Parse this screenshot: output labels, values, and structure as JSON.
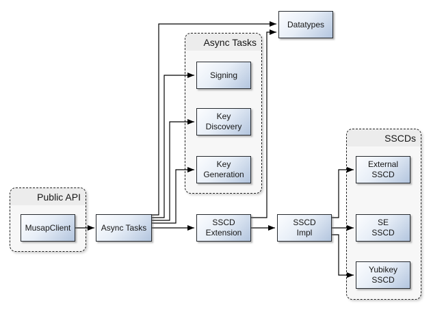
{
  "colors": {
    "node_fill_top": "#fcfdff",
    "node_fill_bottom": "#b3c5de",
    "node_border": "#25292e",
    "container_fill": "#f7f7f7",
    "container_header": "#ececec",
    "container_border": "#1f1f1f",
    "connector": "#000000",
    "text": "#141414"
  },
  "containers": [
    {
      "title": "Public API"
    },
    {
      "title": "Async Tasks"
    },
    {
      "title": "SSCDs"
    }
  ],
  "nodes": [
    {
      "label": "MusapClient",
      "container": "Public API"
    },
    {
      "label": "Async Tasks",
      "container": null
    },
    {
      "label": "Signing",
      "container": "Async Tasks"
    },
    {
      "label": "Key\nDiscovery",
      "container": "Async Tasks"
    },
    {
      "label": "Key\nGeneration",
      "container": "Async Tasks"
    },
    {
      "label": "Datatypes",
      "container": null
    },
    {
      "label": "SSCD\nExtension",
      "container": null
    },
    {
      "label": "SSCD\nImpl",
      "container": null
    },
    {
      "label": "External\nSSCD",
      "container": "SSCDs"
    },
    {
      "label": "SE\nSSCD",
      "container": "SSCDs"
    },
    {
      "label": "Yubikey\nSSCD",
      "container": "SSCDs"
    }
  ],
  "edges": [
    {
      "from": "MusapClient",
      "to": "Async Tasks"
    },
    {
      "from": "Async Tasks",
      "to": "Datatypes"
    },
    {
      "from": "Async Tasks",
      "to": "Signing"
    },
    {
      "from": "Async Tasks",
      "to": "Key Discovery"
    },
    {
      "from": "Async Tasks",
      "to": "Key Generation"
    },
    {
      "from": "Async Tasks",
      "to": "SSCD Extension"
    },
    {
      "from": "SSCD Extension",
      "to": "Datatypes"
    },
    {
      "from": "SSCD Extension",
      "to": "SSCD Impl"
    },
    {
      "from": "SSCD Impl",
      "to": "External SSCD"
    },
    {
      "from": "SSCD Impl",
      "to": "SE SSCD"
    },
    {
      "from": "SSCD Impl",
      "to": "Yubikey SSCD"
    }
  ]
}
